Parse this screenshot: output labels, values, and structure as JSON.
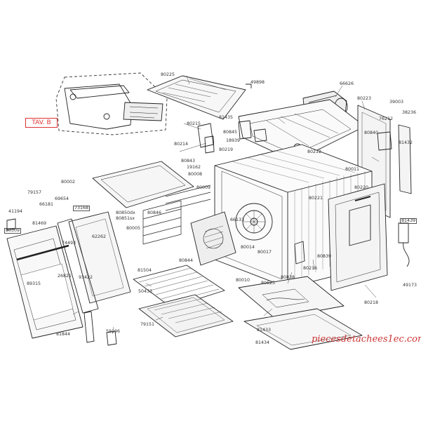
{
  "accent_color": "#d33333",
  "tav_label": "TAV. B",
  "watermark": "piecesdetachees1ec.com",
  "parts": {
    "p80225": "80225",
    "p49898": "49898",
    "p66626": "66626",
    "p80223": "80223",
    "p39003": "39003",
    "p38236": "38236",
    "p76212": "76212",
    "p81435": "81435",
    "p80215": "80215",
    "p80845": "80845",
    "p18939": "18939",
    "p80214": "80214",
    "p80219": "80219",
    "p80212": "80212",
    "p80840": "80840",
    "p81432": "81432",
    "p80843": "80843",
    "p19162": "19162",
    "p80008": "80008",
    "p80002": "80002",
    "p80011": "80011",
    "p80009": "80009",
    "p80220": "80220",
    "p79157": "79157",
    "p69654": "69654",
    "p66181": "66181",
    "p73168": "73168",
    "p80850dx": "80850dx",
    "p80851sx": "80851sx",
    "p80846": "80846",
    "p80221": "80221",
    "p41194": "41194",
    "p81469": "81469",
    "p80309": "80309",
    "p80005": "80005",
    "p62262": "62262",
    "p66133": "66133",
    "p81439": "81439",
    "p74493": "74493",
    "p80014": "80014",
    "p80017": "80017",
    "p80839": "80839",
    "p80216": "80216",
    "p80844": "80844",
    "p89315": "89315",
    "p26821": "26821",
    "p93422": "93422",
    "p81504": "81504",
    "p50433": "50433",
    "p80010": "80010",
    "p80623": "80623",
    "p80838": "80838",
    "p49173": "49173",
    "p80218": "80218",
    "p79151": "79151",
    "p59196": "59196",
    "p81844": "81844",
    "p81433": "81433",
    "p81434": "81434"
  }
}
